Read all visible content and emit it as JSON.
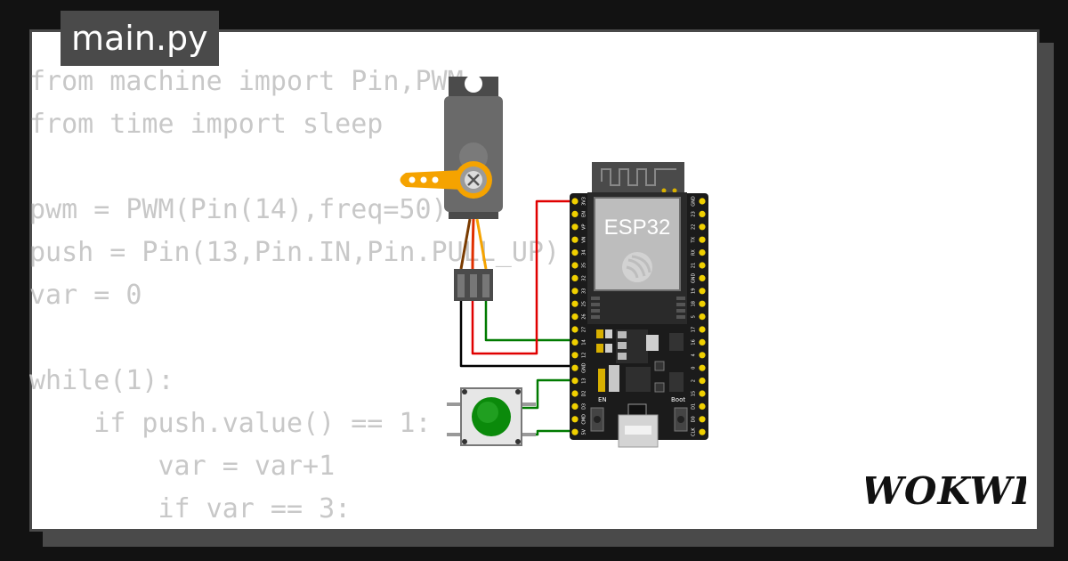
{
  "editor": {
    "filename": "main.py",
    "code_lines": [
      "from machine import Pin,PWM",
      "from time import sleep",
      "",
      "pwm = PWM(Pin(14),freq=50)",
      "push = Pin(13,Pin.IN,Pin.PULL_UP)",
      "var = 0",
      "",
      "while(1):",
      "    if push.value() == 1:",
      "        var = var+1",
      "        if var == 3:"
    ]
  },
  "board": {
    "chip_label": "ESP32",
    "left_pins": [
      "3V3",
      "EN",
      "VP",
      "VN",
      "34",
      "35",
      "32",
      "33",
      "25",
      "26",
      "27",
      "14",
      "12",
      "GND",
      "13",
      "D2",
      "D3",
      "CMD",
      "5V"
    ],
    "right_pins": [
      "GND",
      "23",
      "22",
      "TX",
      "RX",
      "21",
      "GND",
      "19",
      "18",
      "5",
      "17",
      "16",
      "4",
      "0",
      "2",
      "15",
      "D1",
      "D0",
      "CLK"
    ],
    "button_labels": {
      "en": "EN",
      "boot": "Boot"
    }
  },
  "brand": {
    "logo_text": "WOKWI"
  },
  "colors": {
    "background": "#121212",
    "card_border": "#4a4a4a",
    "code_text": "#c8c8c8",
    "wire_red": "#e00000",
    "wire_green": "#007a00",
    "wire_black": "#000000",
    "servo_horn": "#f5a300",
    "button_cap": "#0b8a0b"
  },
  "icons": [
    "servo-motor-icon",
    "esp32-board-icon",
    "push-button-icon",
    "wokwi-logo"
  ]
}
